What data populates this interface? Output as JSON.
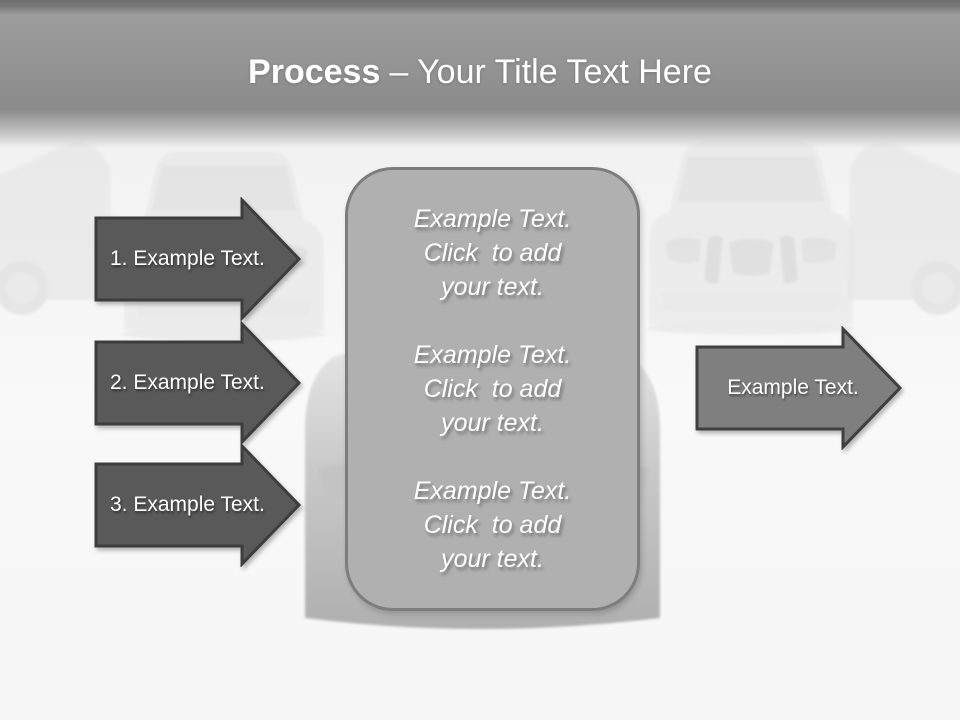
{
  "slide": {
    "title": {
      "bold": "Process",
      "rest": "– Your Title Text Here"
    },
    "left_arrows": [
      {
        "label": "1. Example Text."
      },
      {
        "label": "2. Example Text."
      },
      {
        "label": "3. Example Text."
      }
    ],
    "center_box": {
      "paragraphs": [
        "Example Text.\nClick  to add\nyour text.",
        "Example Text.\nClick  to add\nyour text.",
        "Example Text.\nClick  to add\nyour text."
      ]
    },
    "right_arrow": {
      "label": "Example Text."
    },
    "background_image": "faded-cars-showroom",
    "colors": {
      "header_top": "#6e6e6e",
      "arrow_fill": "#595959",
      "arrow_border": "#3d3d3d",
      "right_arrow_fill": "#7f7f7f",
      "right_arrow_border": "#3f3f3f",
      "box_fill": "#b0b0b0",
      "box_border": "#7d7d7d",
      "text_color": "#ffffff"
    }
  }
}
